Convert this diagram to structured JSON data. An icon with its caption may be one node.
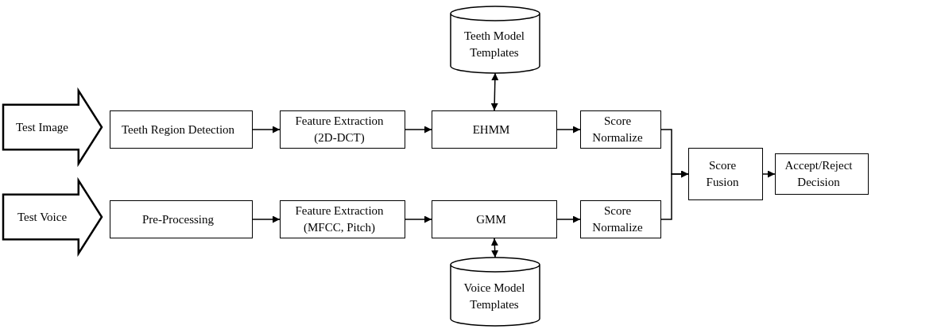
{
  "diagram": {
    "nodes": [
      {
        "text": [
          "Teeth Model Templates"
        ]
      },
      {
        "text": [
          "Test Image"
        ]
      },
      {
        "text": [
          "Teeth Region Detection"
        ]
      },
      {
        "text": [
          "Feature Extraction (2D-DCT)"
        ]
      },
      {
        "text": [
          "EHMM"
        ]
      },
      {
        "text": [
          "Score Normalize"
        ]
      },
      {
        "text": [
          "Score Fusion"
        ]
      },
      {
        "text": [
          "Accept/Reject Decision"
        ]
      },
      {
        "text": [
          "Test Voice"
        ]
      },
      {
        "text": [
          "Pre-Processing"
        ]
      },
      {
        "text": [
          "Feature Extraction (MFCC, Pitch)"
        ]
      },
      {
        "text": [
          "GMM"
        ]
      },
      {
        "text": [
          "Score Normalize"
        ]
      },
      {
        "text": [
          "Voice Model Templates"
        ]
      }
    ],
    "edges": [
      {
        "from": 2,
        "to": 3,
        "arrow": "to"
      },
      {
        "from": 3,
        "to": 4,
        "arrow": "to"
      },
      {
        "from": 4,
        "to": 0,
        "arrow": "both"
      },
      {
        "from": 4,
        "to": 5,
        "arrow": "to"
      },
      {
        "from": 5,
        "to": 6,
        "arrow": "to"
      },
      {
        "from": 12,
        "to": 6,
        "arrow": "to"
      },
      {
        "from": 6,
        "to": 7,
        "arrow": "to"
      },
      {
        "from": 9,
        "to": 10,
        "arrow": "to"
      },
      {
        "from": 10,
        "to": 11,
        "arrow": "to"
      },
      {
        "from": 11,
        "to": 13,
        "arrow": "both"
      },
      {
        "from": 11,
        "to": 12,
        "arrow": "to"
      }
    ]
  }
}
